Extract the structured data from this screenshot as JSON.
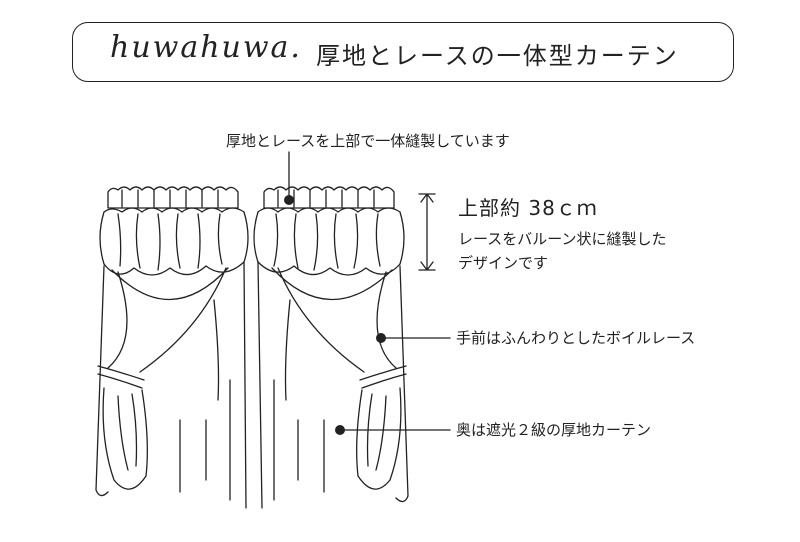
{
  "header": {
    "brand": "huwahuwa.",
    "title": "厚地とレースの一体型カーテン"
  },
  "annotations": {
    "top_sewn": "厚地とレースを上部で一体縫製しています",
    "balloon_size": "上部約 38ｃｍ",
    "balloon_desc_line1": "レースをバルーン状に縫製した",
    "balloon_desc_line2": "デザインです",
    "front_layer": "手前はふんわりとしたボイルレース",
    "back_layer": "奥は遮光２級の厚地カーテン"
  },
  "colors": {
    "line": "#222222",
    "background": "#ffffff"
  }
}
